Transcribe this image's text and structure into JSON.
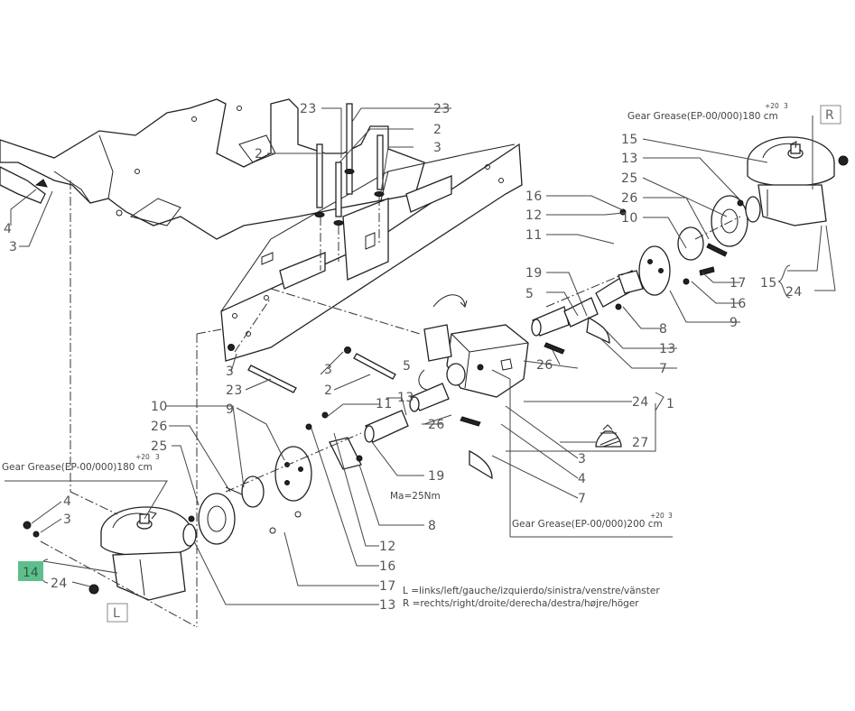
{
  "callouts": {
    "p23a": "23",
    "p23b": "23",
    "p23c": "23",
    "p2a": "2",
    "p2b": "2",
    "p2c": "2",
    "p3a": "3",
    "p3b": "3",
    "p3c": "3",
    "p3d": "3",
    "p3e": "3",
    "p4a": "4",
    "p4b": "4",
    "p4c": "4",
    "p15a": "15",
    "p15b": "15",
    "p13a": "13",
    "p13b": "13",
    "p13c": "13",
    "p13d": "13",
    "p25a": "25",
    "p25b": "25",
    "p26a": "26",
    "p26b": "26",
    "p26c": "26",
    "p26d": "26",
    "p10a": "10",
    "p10b": "10",
    "p16a": "16",
    "p16b": "16",
    "p16c": "16",
    "p12a": "12",
    "p12b": "12",
    "p11a": "11",
    "p11b": "11",
    "p17a": "17",
    "p17b": "17",
    "p19a": "19",
    "p19b": "19",
    "p5a": "5",
    "p5b": "5",
    "p8a": "8",
    "p8b": "8",
    "p9a": "9",
    "p9b": "9",
    "p7a": "7",
    "p7b": "7",
    "p24a": "24",
    "p24b": "24",
    "p24c": "24",
    "p1": "1",
    "p27": "27",
    "p14": "14"
  },
  "notes": {
    "grease_right": "Gear Grease(EP-00/000)180 cm",
    "grease_left": "Gear Grease(EP-00/000)180 cm",
    "grease_center": "Gear Grease(EP-00/000)200 cm",
    "tol_right": "+20",
    "exp_right": "3",
    "tol_left": "+20",
    "exp_left": "3",
    "tol_center": "+20",
    "exp_center": "3",
    "torque": "Ma=25Nm",
    "legend_l": "L  =links/left/gauche/izquierdo/sinistra/venstre/vänster",
    "legend_r": "R  =rechts/right/droite/derecha/destra/højre/höger"
  },
  "side_labels": {
    "right": "R",
    "left": "L"
  },
  "colors": {
    "highlight": "#5fbf8c",
    "line": "#222222"
  }
}
